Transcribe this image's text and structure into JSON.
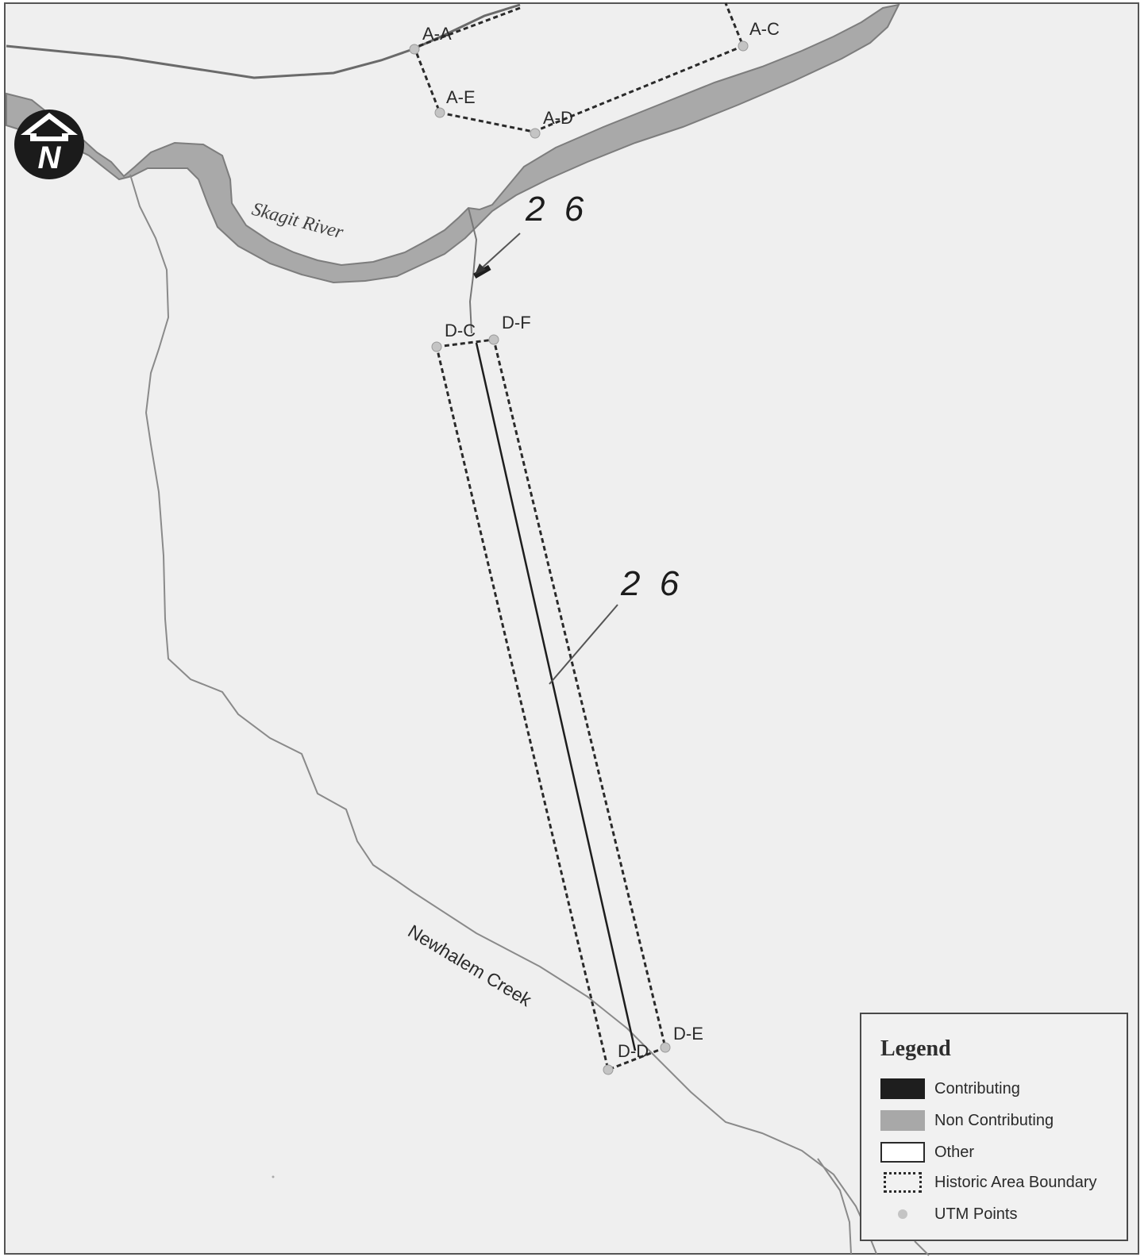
{
  "colors": {
    "background": "#efefef",
    "water": "#a9a9a9",
    "contributing": "#1e1e1e",
    "non_contributing": "#a8a8a8",
    "other": "#ffffff",
    "utm_point": "#c4c4c4"
  },
  "north_arrow": {
    "letter": "N"
  },
  "labels": {
    "river": "Skagit River",
    "creek": "Newhalem Creek",
    "feature_top": "2 6",
    "feature_middle": "2 6"
  },
  "utm_points": [
    {
      "id": "A-A"
    },
    {
      "id": "A-C"
    },
    {
      "id": "A-E"
    },
    {
      "id": "A-D"
    },
    {
      "id": "D-C"
    },
    {
      "id": "D-F"
    },
    {
      "id": "D-E"
    },
    {
      "id": "D-D"
    }
  ],
  "legend": {
    "title": "Legend",
    "items": [
      {
        "label": "Contributing",
        "symbol": "solid-dark"
      },
      {
        "label": "Non Contributing",
        "symbol": "solid-grey"
      },
      {
        "label": "Other",
        "symbol": "outline"
      },
      {
        "label": "Historic Area Boundary",
        "symbol": "dashed"
      },
      {
        "label": "UTM Points",
        "symbol": "dot"
      }
    ]
  }
}
